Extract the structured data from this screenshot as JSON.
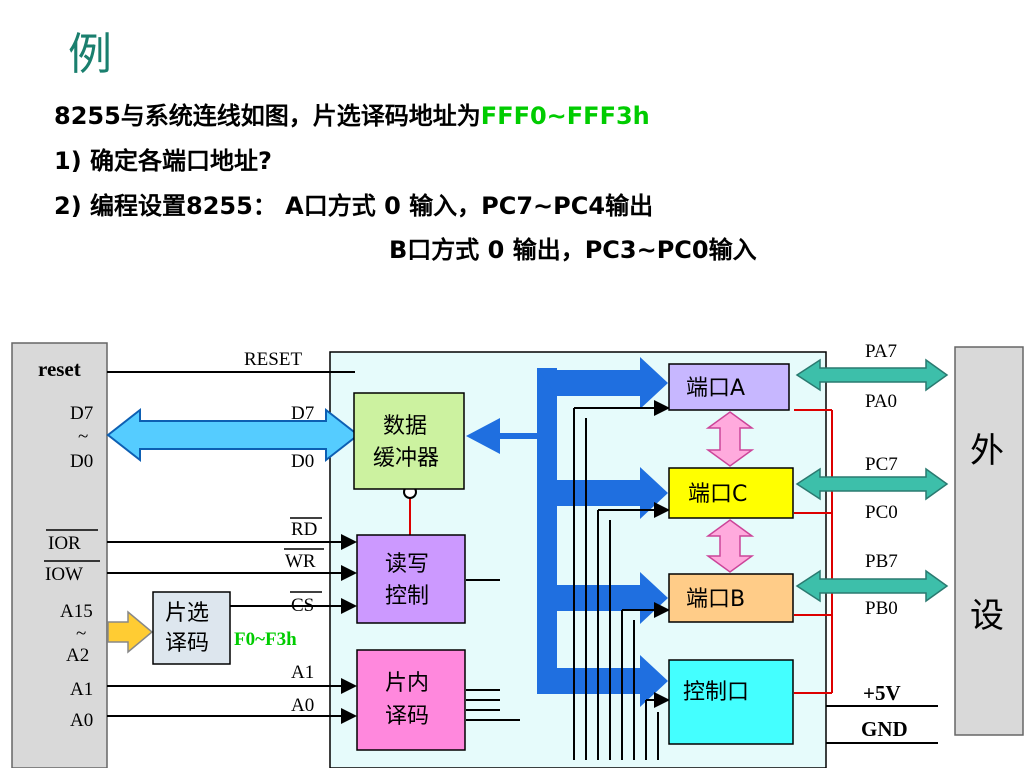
{
  "title": "例",
  "lines": {
    "l1_a": "8255与系统连线如图，片选译码地址为",
    "l1_b": "FFF0~FFF3h",
    "l2": "1) 确定各端口地址?",
    "l3": "2) 编程设置8255： A口方式 0 输入，PC7~PC4输出",
    "l4": "B口方式 0 输出，PC3~PC0输入"
  },
  "diagram": {
    "cpu": {
      "reset": "reset",
      "d7": "D7",
      "tilde": "~",
      "d0": "D0",
      "ior": "IOR",
      "iow": "IOW",
      "a15": "A15",
      "a2": "A2",
      "a1": "A1",
      "a0": "A0"
    },
    "chip_pins": {
      "reset": "RESET",
      "d7": "D7",
      "d0": "D0",
      "rd": "RD",
      "wr": "WR",
      "cs": "CS",
      "a1": "A1",
      "a0": "A0"
    },
    "decoder": {
      "line1": "片选",
      "line2": "译码",
      "addr": "F0~F3h"
    },
    "blocks": {
      "buffer_1": "数据",
      "buffer_2": "缓冲器",
      "rw_1": "读写",
      "rw_2": "控制",
      "internal_1": "片内",
      "internal_2": "译码",
      "port_a": "端口A",
      "port_c": "端口C",
      "port_b": "端口B",
      "ctrl": "控制口"
    },
    "right_pins": {
      "pa7": "PA7",
      "pa0": "PA0",
      "pc7": "PC7",
      "pc0": "PC0",
      "pb7": "PB7",
      "pb0": "PB0",
      "vcc": "+5V",
      "gnd": "GND"
    },
    "peripheral": {
      "c1": "外",
      "c2": "设"
    },
    "colors": {
      "title": "#1a7f6e",
      "highlight": "#00cc00",
      "chip_bg": "#e6fbfb",
      "bus_blue": "#1f6fe0",
      "buffer": "#ccf2a0",
      "rw": "#cc99ff",
      "internal": "#ff88dd",
      "port_a": "#c7b7ff",
      "port_c": "#ffff00",
      "port_b": "#ffcc88",
      "ctrl": "#44ffff",
      "left_panel": "#d9d9d9",
      "teal_arrow": "#3dbfaa"
    }
  }
}
